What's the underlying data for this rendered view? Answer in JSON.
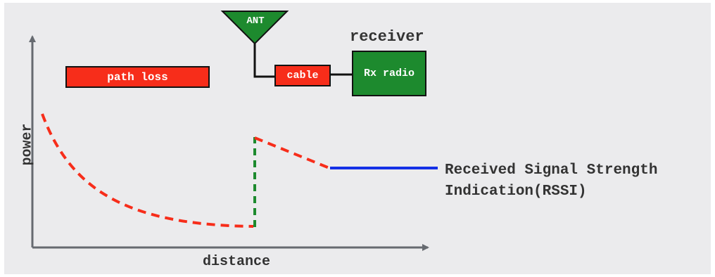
{
  "diagram": {
    "antenna_label": "ANT",
    "receiver_title": "receiver",
    "cable_label": "cable",
    "rx_radio_label": "Rx radio",
    "path_loss_label": "path loss",
    "y_axis_label": "power",
    "x_axis_label": "distance",
    "rssi_label_line1": "Received Signal Strength",
    "rssi_label_line2": "Indication(RSSI)"
  },
  "colors": {
    "slide_background": "#ebebed",
    "red": "#f72d1a",
    "green": "#1d8a2e",
    "blue": "#1430e6",
    "axis": "#666a70",
    "text": "#333333"
  }
}
